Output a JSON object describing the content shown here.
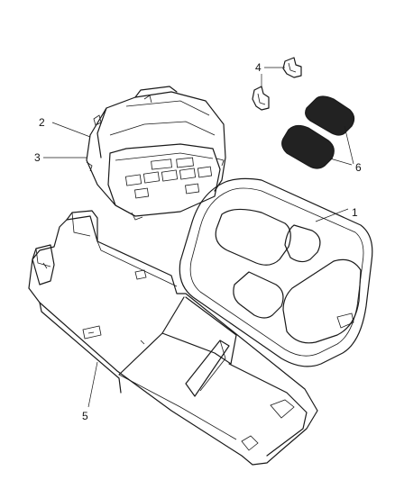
{
  "diagram": {
    "callouts": [
      {
        "id": "1",
        "label": "1"
      },
      {
        "id": "2",
        "label": "2"
      },
      {
        "id": "3",
        "label": "3"
      },
      {
        "id": "4",
        "label": "4"
      },
      {
        "id": "5",
        "label": "5"
      },
      {
        "id": "6",
        "label": "6"
      }
    ],
    "parts": [
      {
        "callout": "1",
        "icon": "bezel-panel"
      },
      {
        "callout": "2",
        "icon": "module-housing"
      },
      {
        "callout": "3",
        "icon": "module-lamp"
      },
      {
        "callout": "4",
        "icon": "clip"
      },
      {
        "callout": "5",
        "icon": "console-tray"
      },
      {
        "callout": "6",
        "icon": "pad"
      }
    ]
  }
}
